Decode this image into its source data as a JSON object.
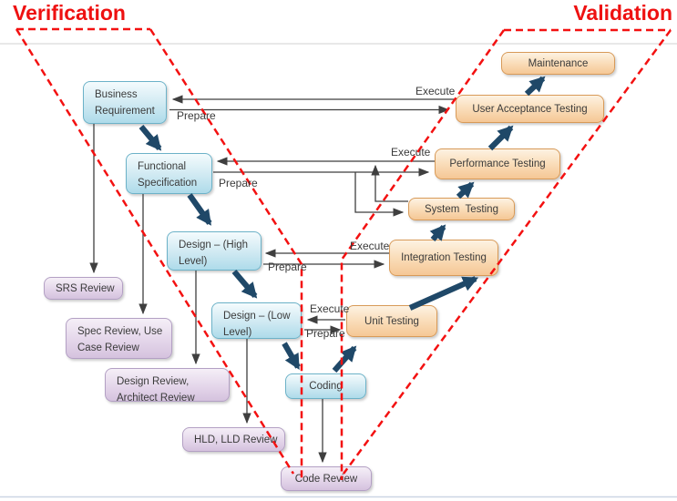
{
  "titles": {
    "verification": "Verification",
    "validation": "Validation"
  },
  "edge_labels": {
    "execute": "Execute",
    "prepare": "Prepare"
  },
  "nodes": {
    "development": [
      {
        "name": "business-requirement",
        "lines": [
          "Business",
          "Requirement"
        ]
      },
      {
        "name": "functional-specification",
        "lines": [
          "Functional",
          "Specification"
        ]
      },
      {
        "name": "design-high-level",
        "lines": [
          "Design – (High",
          "Level)"
        ]
      },
      {
        "name": "design-low-level",
        "lines": [
          "Design – (Low",
          "Level)"
        ]
      },
      {
        "name": "coding",
        "lines": [
          "Coding"
        ]
      }
    ],
    "testing": [
      {
        "name": "maintenance",
        "lines": [
          "Maintenance"
        ]
      },
      {
        "name": "user-acceptance-testing",
        "lines": [
          "User Acceptance Testing"
        ]
      },
      {
        "name": "performance-testing",
        "lines": [
          "Performance Testing"
        ]
      },
      {
        "name": "system-testing",
        "lines": [
          "System  Testing"
        ]
      },
      {
        "name": "integration-testing",
        "lines": [
          "Integration Testing"
        ]
      },
      {
        "name": "unit-testing",
        "lines": [
          "Unit Testing"
        ]
      }
    ],
    "review": [
      {
        "name": "srs-review",
        "lines": [
          "SRS Review"
        ]
      },
      {
        "name": "spec-review",
        "lines": [
          "Spec Review, Use",
          "Case Review"
        ]
      },
      {
        "name": "design-review",
        "lines": [
          "Design Review,",
          "Architect Review"
        ]
      },
      {
        "name": "hld-lld-review",
        "lines": [
          "HLD, LLD Review"
        ]
      },
      {
        "name": "code-review",
        "lines": [
          "Code Review"
        ]
      }
    ]
  },
  "colors": {
    "title_red": "#ee1111",
    "dashed_v_red": "#f31111",
    "development_fill": "#cfe9f2",
    "development_border": "#6cb2c8",
    "testing_fill": "#fadfbd",
    "testing_border": "#d89a58",
    "review_fill": "#e4d6ea",
    "review_border": "#b3a0c4",
    "flow_arrow_navy": "#1f4868",
    "connector_black": "#3f3f3f",
    "top_rule_gray": "#d9d9d9",
    "bottom_rule_blue": "#ccd6e4"
  }
}
